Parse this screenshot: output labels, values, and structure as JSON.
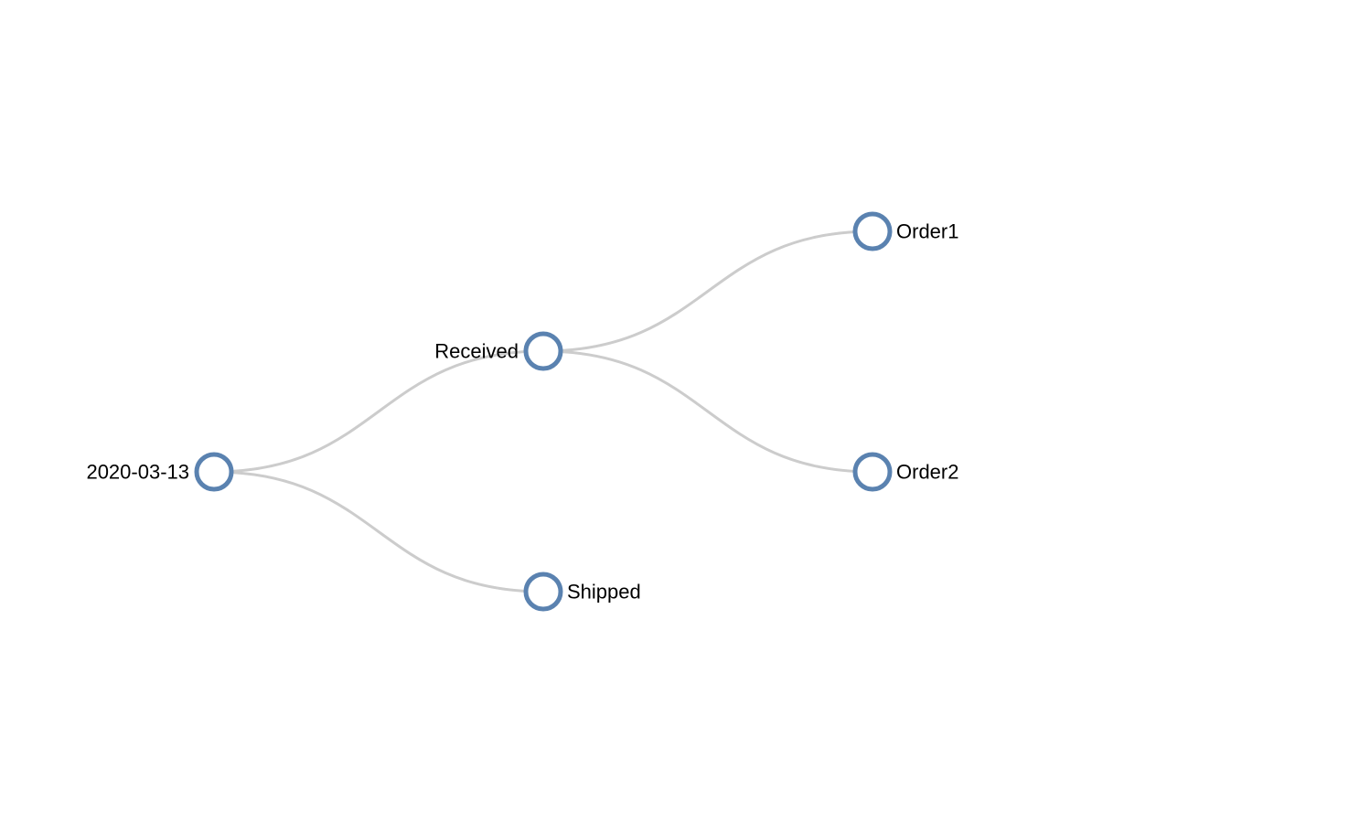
{
  "tree": {
    "root": {
      "id": "root",
      "label": "2020-03-13",
      "children": [
        {
          "id": "received",
          "label": "Received",
          "children": [
            {
              "id": "order1",
              "label": "Order1",
              "children": []
            },
            {
              "id": "order2",
              "label": "Order2",
              "children": []
            }
          ]
        },
        {
          "id": "shipped",
          "label": "Shipped",
          "children": []
        }
      ]
    }
  },
  "colors": {
    "node_stroke": "#5a82b0",
    "node_fill": "#ffffff",
    "link": "#cccccc",
    "label": "#000000"
  }
}
